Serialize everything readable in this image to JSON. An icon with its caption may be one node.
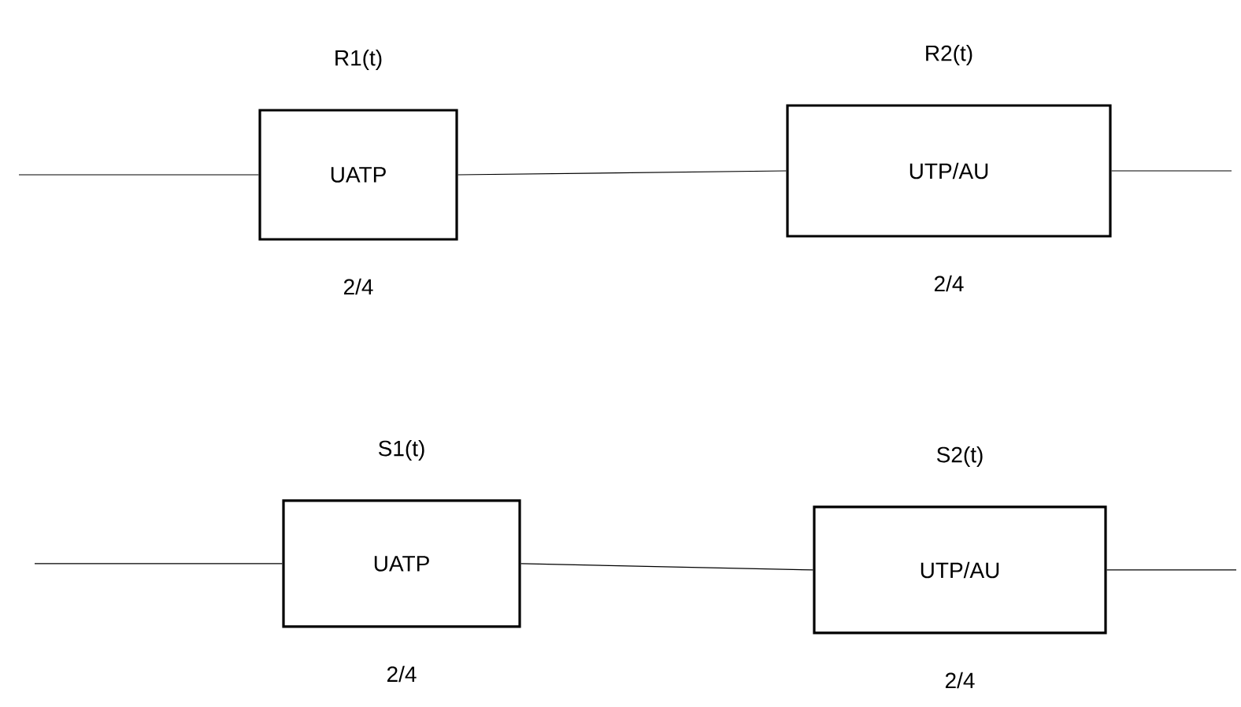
{
  "diagram": {
    "nodes": [
      {
        "text": [
          "UATP"
        ],
        "beside": [
          "R1(t)",
          "2/4"
        ]
      },
      {
        "text": [
          "UTP/AU"
        ],
        "beside": [
          "R2(t)",
          "2/4"
        ]
      },
      {
        "text": [
          "UATP"
        ],
        "beside": [
          "S1(t)",
          "2/4"
        ]
      },
      {
        "text": [
          "UTP/AU"
        ],
        "beside": [
          "S2(t)",
          "2/4"
        ]
      }
    ],
    "edges": [
      {
        "from": null,
        "to": 0,
        "arrow": "none"
      },
      {
        "from": 0,
        "to": 1,
        "arrow": "none"
      },
      {
        "from": 1,
        "to": null,
        "arrow": "none"
      },
      {
        "from": null,
        "to": 2,
        "arrow": "none"
      },
      {
        "from": 2,
        "to": 3,
        "arrow": "none"
      },
      {
        "from": 3,
        "to": null,
        "arrow": "none"
      }
    ]
  }
}
